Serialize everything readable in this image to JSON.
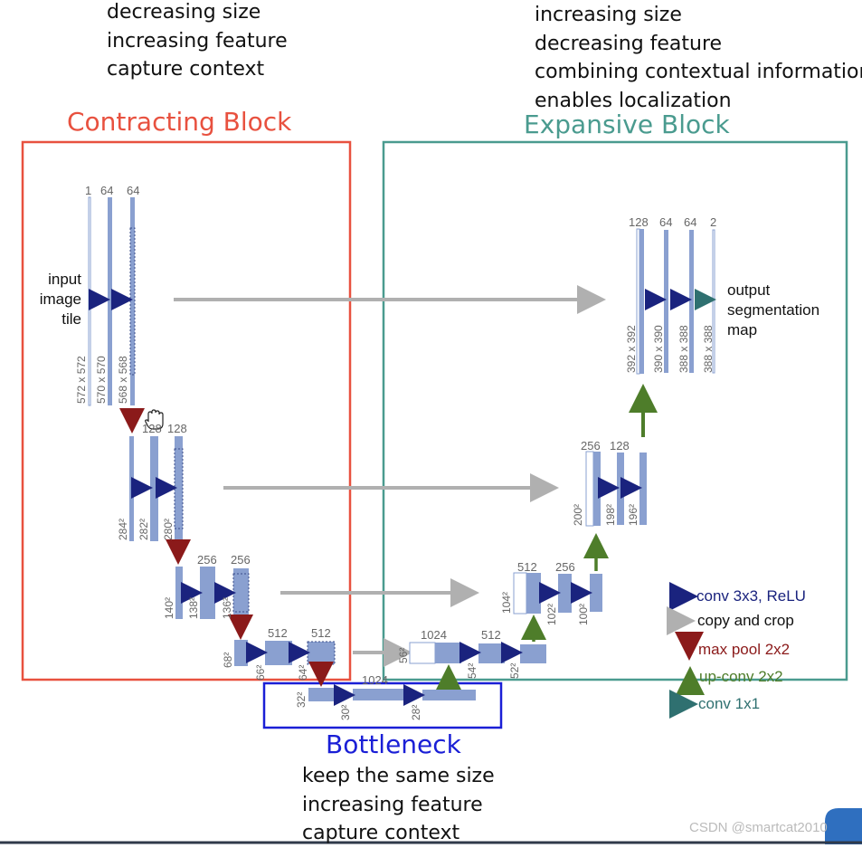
{
  "contracting": {
    "notes": [
      "decreasing size",
      "increasing feature",
      "capture context"
    ],
    "title": "Contracting Block",
    "color": "#e8513f"
  },
  "expansive": {
    "notes": [
      "increasing size",
      "decreasing feature",
      "combining contextual information",
      "enables localization"
    ],
    "title": "Expansive Block",
    "color": "#4a9b8f"
  },
  "bottleneck": {
    "title": "Bottleneck",
    "notes": [
      "keep the same size",
      "increasing feature",
      "capture context"
    ],
    "color": "#1a1fd6"
  },
  "input_label": [
    "input",
    "image",
    "tile"
  ],
  "output_label": [
    "output",
    "segmentation",
    "map"
  ],
  "channels": {
    "l1": [
      "1",
      "64",
      "64"
    ],
    "l2": [
      "128",
      "128"
    ],
    "l3": [
      "256",
      "256"
    ],
    "l4": [
      "512",
      "512"
    ],
    "l5": [
      "1024"
    ],
    "e4": [
      "1024",
      "512"
    ],
    "e3": [
      "512",
      "256"
    ],
    "e2": [
      "256",
      "128"
    ],
    "e1": [
      "128",
      "64",
      "64",
      "2"
    ]
  },
  "sizes": {
    "l1": [
      "572 x 572",
      "570 x 570",
      "568 x 568"
    ],
    "l2": [
      "284²",
      "282²",
      "280²"
    ],
    "l3": [
      "140²",
      "138²",
      "136²"
    ],
    "l4": [
      "68²",
      "66²",
      "64²"
    ],
    "l5": [
      "32²",
      "30²",
      "28²"
    ],
    "e4": [
      "56²",
      "54²",
      "52²"
    ],
    "e3": [
      "104²",
      "102²",
      "100²"
    ],
    "e2": [
      "200²",
      "198²",
      "196²"
    ],
    "e1": [
      "392 x 392",
      "390 x 390",
      "388 x 388",
      "388 x 388"
    ]
  },
  "legend": [
    {
      "label": "conv 3x3, ReLU",
      "color": "#1a237e",
      "icon": "arrow-right-icon"
    },
    {
      "label": "copy and crop",
      "color": "#b0b0b0",
      "icon": "arrow-right-icon"
    },
    {
      "label": "max pool 2x2",
      "color": "#8b1a1a",
      "icon": "arrow-down-icon"
    },
    {
      "label": "up-conv 2x2",
      "color": "#4e7d2a",
      "icon": "arrow-up-icon"
    },
    {
      "label": "conv 1x1",
      "color": "#2f7070",
      "icon": "arrow-right-icon"
    }
  ],
  "watermark": "CSDN @smartcat2010",
  "colors": {
    "feature_map": "#8aa0d0",
    "feature_map_edge": "#5a6fa8"
  }
}
